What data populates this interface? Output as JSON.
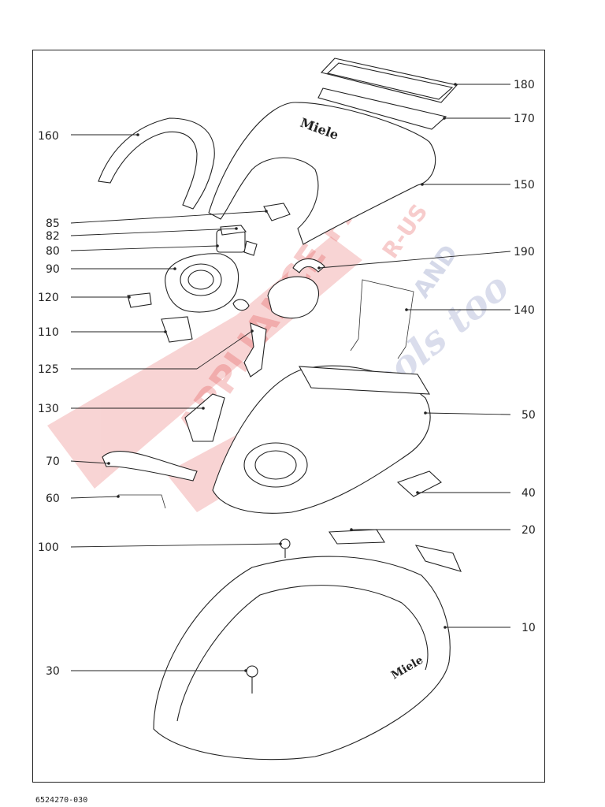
{
  "document_id": "6524270-030",
  "brand_text": "Miele",
  "colors": {
    "line": "#222222",
    "watermark_red": "#e03a3a",
    "watermark_blue": "#5a6aaa",
    "watermark_gray": "#b0b4c4"
  },
  "watermark": {
    "brand": "APPLIANCE PARTS",
    "line1": "R-US",
    "line2": "AND",
    "line3": "tools too"
  },
  "callouts": [
    {
      "id": "160",
      "label": "160"
    },
    {
      "id": "85",
      "label": "85"
    },
    {
      "id": "82",
      "label": "82"
    },
    {
      "id": "80",
      "label": "80"
    },
    {
      "id": "90",
      "label": "90"
    },
    {
      "id": "120",
      "label": "120"
    },
    {
      "id": "110",
      "label": "110"
    },
    {
      "id": "125",
      "label": "125"
    },
    {
      "id": "130",
      "label": "130"
    },
    {
      "id": "70",
      "label": "70"
    },
    {
      "id": "60",
      "label": "60"
    },
    {
      "id": "100",
      "label": "100"
    },
    {
      "id": "30",
      "label": "30"
    },
    {
      "id": "180",
      "label": "180"
    },
    {
      "id": "170",
      "label": "170"
    },
    {
      "id": "150",
      "label": "150"
    },
    {
      "id": "190",
      "label": "190"
    },
    {
      "id": "140",
      "label": "140"
    },
    {
      "id": "50",
      "label": "50"
    },
    {
      "id": "40",
      "label": "40"
    },
    {
      "id": "20",
      "label": "20"
    },
    {
      "id": "10",
      "label": "10"
    }
  ]
}
